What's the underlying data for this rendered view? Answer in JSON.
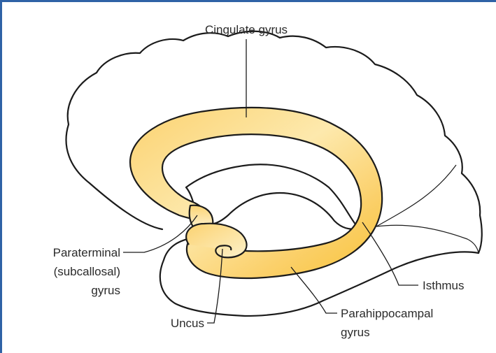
{
  "colors": {
    "border": "#2f62a6",
    "gyrus_light": "#fdf1c9",
    "gyrus_mid": "#fbd878",
    "gyrus_strong": "#f7c338",
    "outline": "#1b1b1b",
    "text": "#2b2b2b"
  },
  "labels": {
    "cingulate": "Cingulate gyrus",
    "paraterminal_line1": "Paraterminal",
    "paraterminal_line2": "(subcallosal)",
    "paraterminal_line3": "gyrus",
    "uncus": "Uncus",
    "isthmus": "Isthmus",
    "parahippocampal_line1": "Parahippocampal",
    "parahippocampal_line2": "gyrus"
  }
}
